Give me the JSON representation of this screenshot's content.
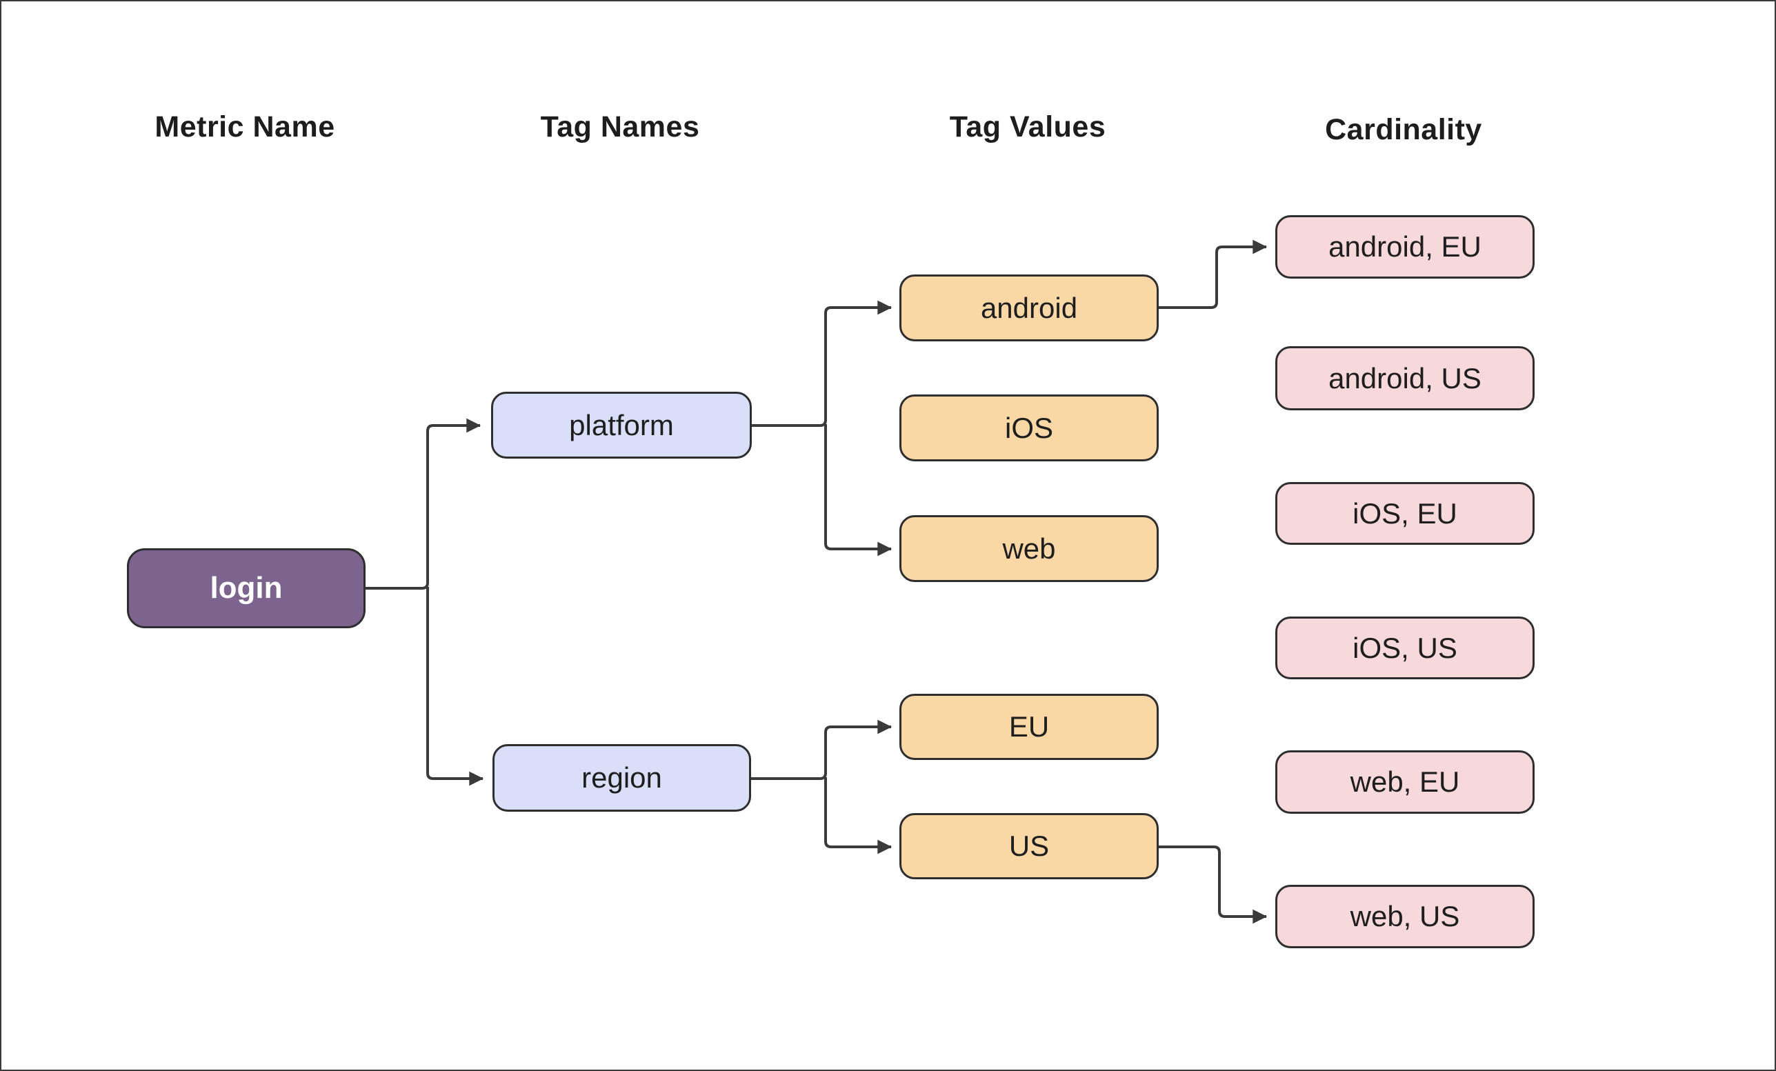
{
  "headers": {
    "metric_name": "Metric Name",
    "tag_names": "Tag Names",
    "tag_values": "Tag Values",
    "cardinality": "Cardinality"
  },
  "nodes": {
    "login": {
      "label": "login"
    },
    "platform": {
      "label": "platform"
    },
    "region": {
      "label": "region"
    },
    "android": {
      "label": "android"
    },
    "ios": {
      "label": "iOS"
    },
    "web": {
      "label": "web"
    },
    "eu": {
      "label": "EU"
    },
    "us": {
      "label": "US"
    },
    "android_eu": {
      "label": "android, EU"
    },
    "android_us": {
      "label": "android, US"
    },
    "ios_eu": {
      "label": "iOS, EU"
    },
    "ios_us": {
      "label": "iOS, US"
    },
    "web_eu": {
      "label": "web, EU"
    },
    "web_us": {
      "label": "web, US"
    }
  },
  "edges": [
    {
      "from": "login",
      "to": "platform"
    },
    {
      "from": "login",
      "to": "region"
    },
    {
      "from": "platform",
      "to": "android"
    },
    {
      "from": "platform",
      "to": "web"
    },
    {
      "from": "region",
      "to": "eu"
    },
    {
      "from": "region",
      "to": "us"
    },
    {
      "from": "android",
      "to": "android_eu"
    },
    {
      "from": "us",
      "to": "web_us"
    }
  ],
  "colors": {
    "metric_fill": "#7C648E",
    "tag_name_fill": "#D9DFF8",
    "tag_value_fill": "#F9D8A6",
    "cardinality_fill": "#F7D8DB",
    "node_border": "#2E2E2E",
    "connector": "#3A3A3A",
    "canvas_border": "#3A3A3A",
    "header_text": "#1D1D1D",
    "metric_text": "#FFFFFF",
    "node_text": "#1E1E1E"
  }
}
